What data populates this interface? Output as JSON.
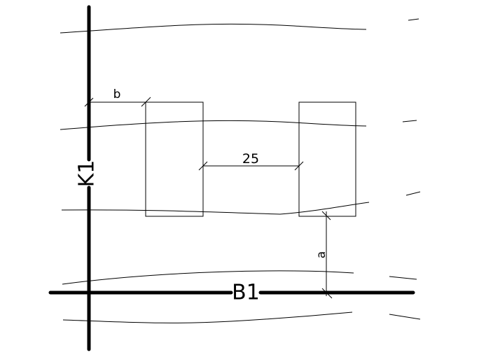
{
  "drawing": {
    "axis_vertical_label": "K1",
    "axis_horizontal_label": "B1",
    "dimension_spacing_value": "25",
    "dimension_b_label": "b",
    "dimension_a_label": "a",
    "line_color": "#000000",
    "background_color": "#ffffff"
  }
}
